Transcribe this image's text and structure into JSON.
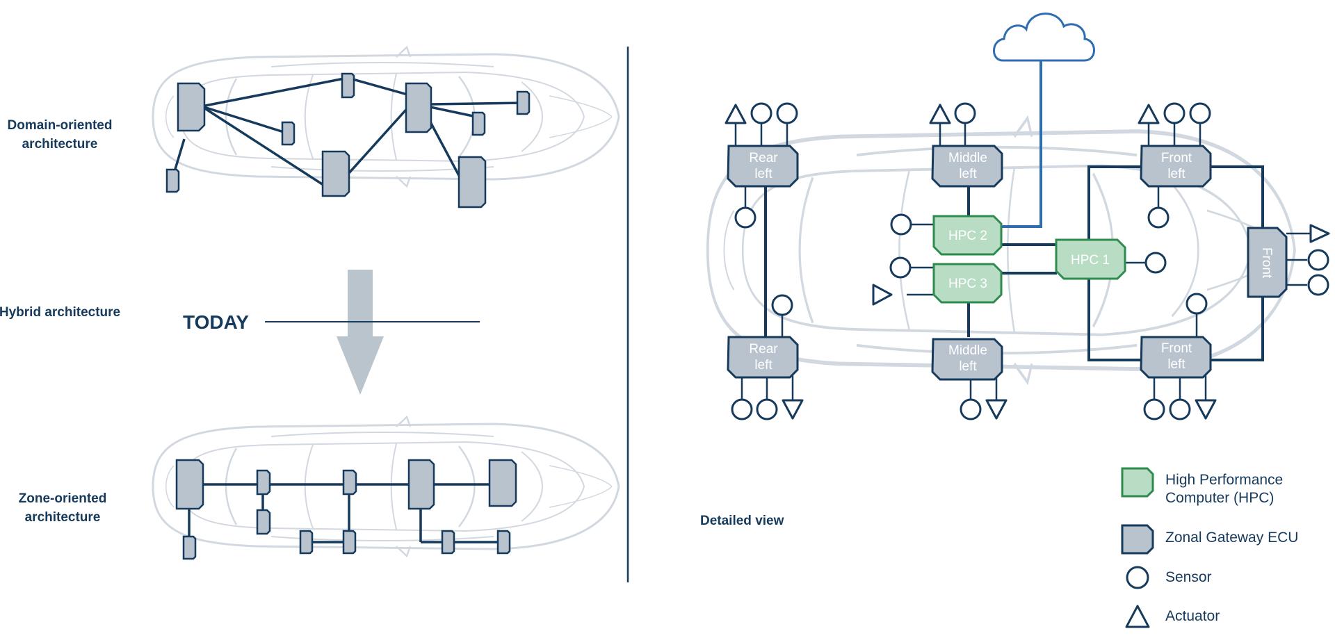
{
  "labels": {
    "domain": "Domain-oriented architecture",
    "hybrid": "Hybrid architecture",
    "zone": "Zone-oriented architecture",
    "today": "TODAY",
    "detailed": "Detailed view"
  },
  "detail_blocks": {
    "rear_left_top": [
      "Rear",
      "left"
    ],
    "middle_left_top": [
      "Middle",
      "left"
    ],
    "front_left_top": [
      "Front",
      "left"
    ],
    "rear_left_bottom": [
      "Rear",
      "left"
    ],
    "middle_left_bottom": [
      "Middle",
      "left"
    ],
    "front_left_bottom": [
      "Front",
      "left"
    ],
    "front": "Front",
    "hpc1": "HPC 1",
    "hpc2": "HPC 2",
    "hpc3": "HPC 3"
  },
  "legend": {
    "hpc": [
      "High Performance",
      "Computer (HPC)"
    ],
    "zonal": "Zonal Gateway ECU",
    "sensor": "Sensor",
    "actuator": "Actuator"
  },
  "colors": {
    "navy": "#163a5c",
    "ecu_fill": "#b9c3ce",
    "hpc_fill": "#b8dcc4",
    "hpc_stroke": "#2e8b4e",
    "cloud": "#2f6db3",
    "car_outline": "#d2d8e0",
    "arrow": "#bac4cd"
  }
}
